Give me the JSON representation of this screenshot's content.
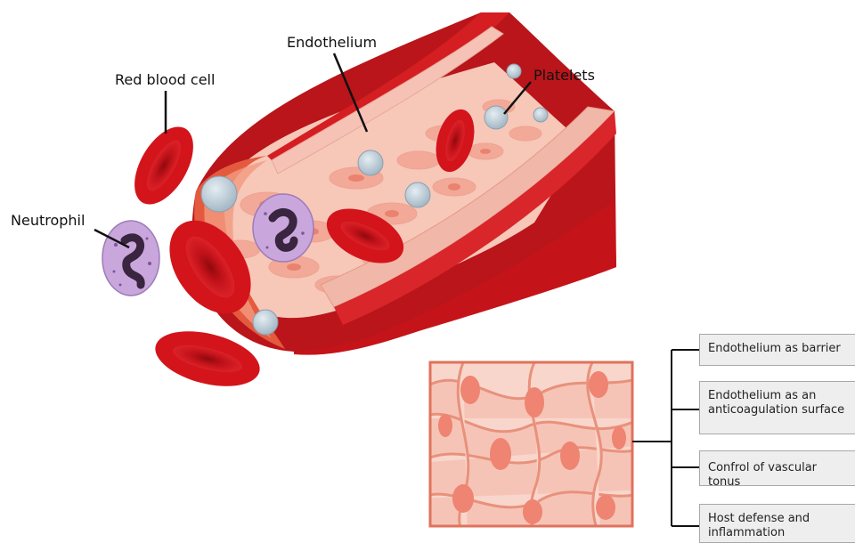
{
  "labels": {
    "endothelium": "Endothelium",
    "red_blood_cell": "Red blood cell",
    "platelets": "Platelets",
    "neutrophil": "Neutrophil"
  },
  "functions": [
    "Endothelium as barrier",
    "Endothelium as an\nanticoagulation surface",
    "Confrol of vascular tonus",
    "Host defense and\ninflammation"
  ],
  "colors": {
    "vessel_wall": "#cc1a1a",
    "vessel_shadow": "#9e0f12",
    "lumen": "#f8c9bc",
    "endothelial_cell": "#f3a694",
    "nucleus": "#e87563",
    "rbc": "#d3141b",
    "neutrophil": "#c9a7dc",
    "platelet": "#b8c8d4",
    "box_fill": "#eeeeee",
    "box_border": "#a8a8a8"
  }
}
